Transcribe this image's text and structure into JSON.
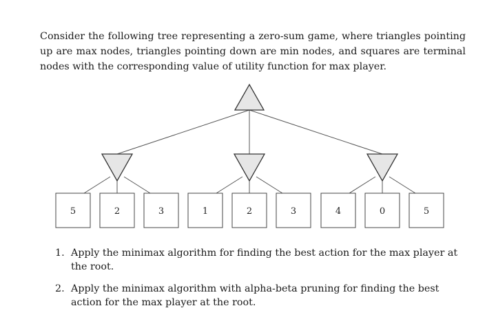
{
  "intro": "Consider the following tree representing a zero-sum game, where triangles pointing up are max nodes, triangles pointing down are min nodes, and squares are terminal nodes with the corresponding value of utility function for max player.",
  "tree": {
    "root": "max",
    "children": [
      {
        "type": "min",
        "leaves": [
          "5",
          "2",
          "3"
        ]
      },
      {
        "type": "min",
        "leaves": [
          "1",
          "2",
          "3"
        ]
      },
      {
        "type": "min",
        "leaves": [
          "4",
          "0",
          "5"
        ]
      }
    ]
  },
  "questions": [
    {
      "number": "1.",
      "text": "Apply the minimax algorithm for finding the best action for the max player at the root."
    },
    {
      "number": "2.",
      "text": "Apply the minimax algorithm with alpha-beta pruning for finding the best action for the max player at the root."
    }
  ]
}
